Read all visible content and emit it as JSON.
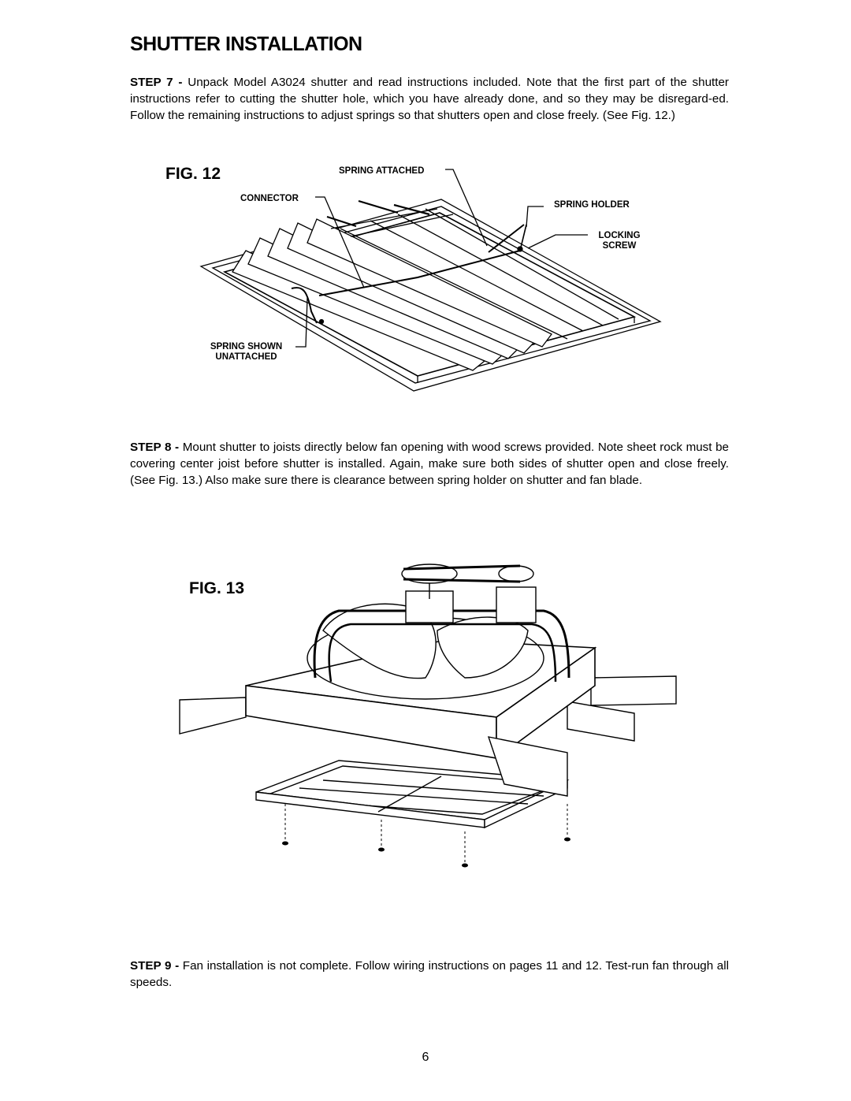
{
  "page": {
    "title": "SHUTTER INSTALLATION",
    "page_number": "6"
  },
  "steps": [
    {
      "label": "STEP 7 -",
      "text": "Unpack Model A3024 shutter and read instructions included. Note that the first part of the shutter instructions refer to cutting the shutter hole, which you have already done, and so they may be disregard-ed. Follow the remaining instructions to adjust springs so that shutters open and close freely. (See Fig. 12.)"
    },
    {
      "label": "STEP 8 -",
      "text": "Mount shutter to joists directly below fan opening with wood screws provided. Note sheet rock must be covering center joist before shutter is installed. Again, make sure both sides of shutter open and close freely. (See Fig. 13.) Also make sure there is clearance between spring holder on shutter and fan blade."
    },
    {
      "label": "STEP 9 -",
      "text": "Fan installation is not complete. Follow wiring instructions on pages 11 and 12. Test-run fan through all speeds."
    }
  ],
  "fig12": {
    "label": "FIG. 12",
    "callouts": {
      "spring_attached": "SPRING ATTACHED",
      "connector": "CONNECTOR",
      "spring_holder": "SPRING HOLDER",
      "locking_screw_1": "LOCKING",
      "locking_screw_2": "SCREW",
      "spring_shown_1": "SPRING SHOWN",
      "spring_shown_2": "UNATTACHED"
    }
  },
  "fig13": {
    "label": "FIG. 13"
  }
}
